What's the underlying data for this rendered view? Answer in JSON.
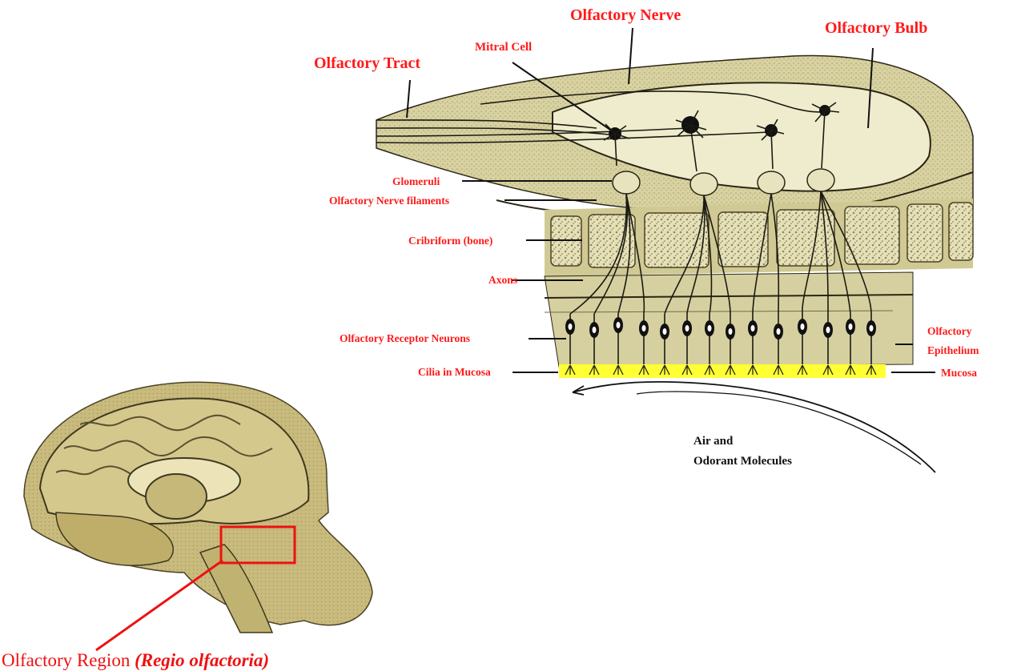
{
  "labels": {
    "olfactory_tract": "Olfactory Tract",
    "mitral_cell": "Mitral Cell",
    "olfactory_nerve": "Olfactory Nerve",
    "olfactory_bulb": "Olfactory Bulb",
    "glomeruli": "Glomeruli",
    "olfactory_nerve_filaments": "Olfactory Nerve filaments",
    "cribriform_bone": "Cribriform (bone)",
    "axons": "Axons",
    "olfactory_receptor_neurons": "Olfactory Receptor Neurons",
    "cilia_in_mucosa": "Cilia in Mucosa",
    "olfactory_epithelium_line1": "Olfactory",
    "olfactory_epithelium_line2": "Epithelium",
    "mucosa": "Mucosa",
    "air_line1": "Air and",
    "air_line2": "Odorant Molecules",
    "region_main": "Olfactory Region ",
    "region_latin": "(Regio olfactoria)"
  },
  "colors": {
    "label_red": "#ff1a1a",
    "tissue": "#d9d3a4",
    "tissue_dark": "#b9b07a",
    "mucosa_yellow": "#ffff33",
    "brain": "#c8b979"
  }
}
